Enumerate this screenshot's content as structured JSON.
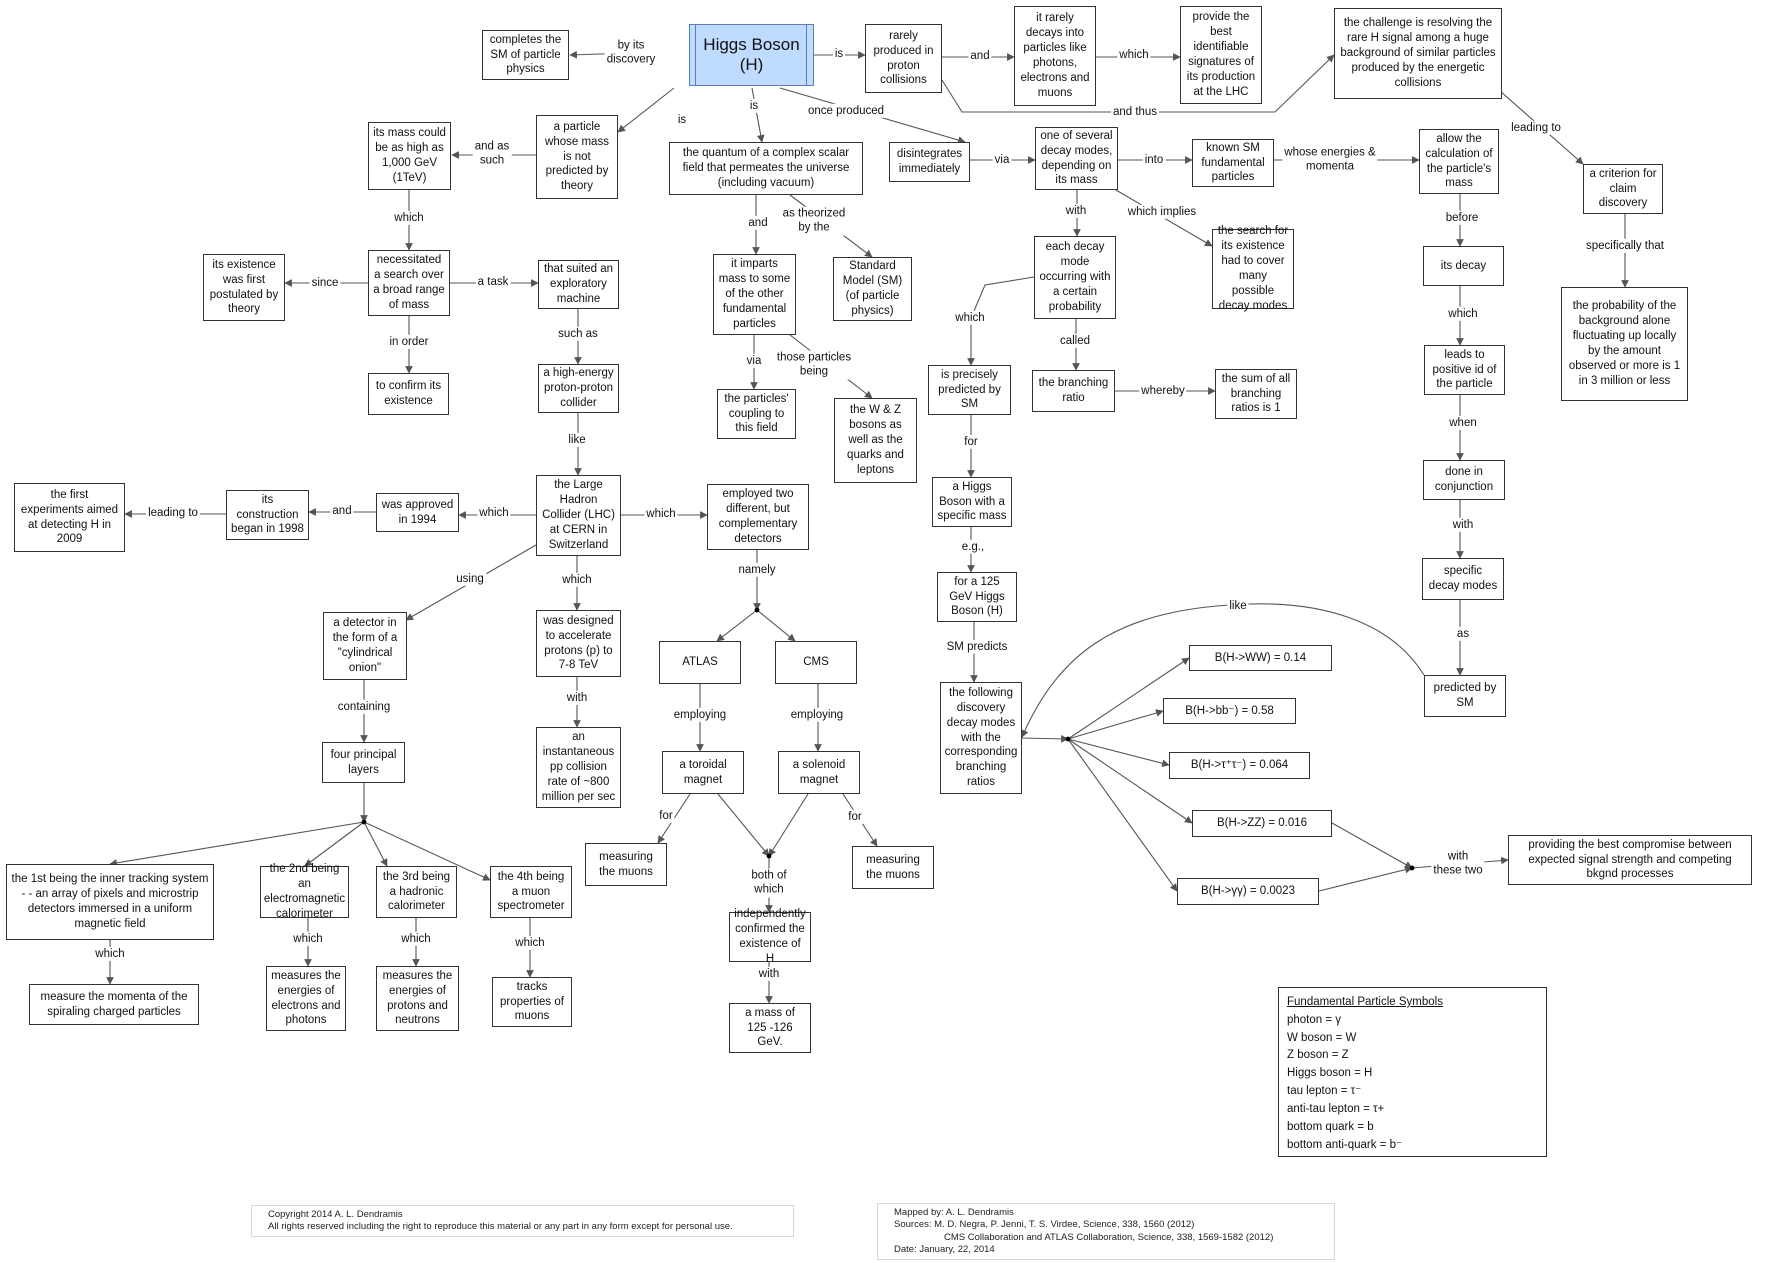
{
  "nodes": {
    "higgs": "Higgs Boson\n(H)",
    "completes_sm": "completes the SM of particle physics",
    "rarely_produced": "rarely produced in proton collisions",
    "rarely_decays": "it rarely decays into particles like photons, electrons and muons",
    "signatures": "provide the best identifiable signatures of its production at the LHC",
    "challenge": "the challenge is resolving the rare H signal among a huge background of similar particles produced by the energetic collisions",
    "mass_1000": "its mass could be as high as 1,000 GeV (1TeV)",
    "particle_mass": "a particle whose mass is not predicted by theory",
    "quantum": "the quantum of a complex scalar field that permeates the universe (including vacuum)",
    "disintegrates": "disintegrates immediately",
    "decay_modes": "one of several decay modes, depending on its mass",
    "known_sm": "known SM fundamental particles",
    "allow_calc": "allow the calculation of the particle's mass",
    "criterion": "a criterion for claim discovery",
    "existence_postulated": "its existence was first postulated by theory",
    "necessitated": "necessitated a search over a broad range of mass",
    "exploratory": "that suited an exploratory machine",
    "imparts_mass": "it imparts mass to some of the other fundamental particles",
    "standard_model": "Standard Model (SM) (of particle physics)",
    "each_decay": "each decay mode occurring with a certain probability",
    "search_cover": "the search for its existence had to cover many possible decay modes",
    "its_decay": "its decay",
    "probability": "the probability of the background alone fluctuating up locally by the amount observed or more is 1 in 3 million or less",
    "confirm": "to confirm its existence",
    "collider": "a high-energy proton-proton collider",
    "coupling": "the particles' coupling to this field",
    "wz_bosons": "the W & Z bosons as well as the quarks and leptons",
    "precisely": "is precisely predicted by SM",
    "branching_ratio": "the branching ratio",
    "sum_ratios": "the sum of all branching ratios is 1",
    "leads_positive": "leads to positive id of the particle",
    "first_experiments": "the first experiments aimed at detecting H in 2009",
    "construction": "its construction began in 1998",
    "approved": "was approved in 1994",
    "lhc": "the Large Hadron Collider (LHC) at CERN in Switzerland",
    "two_detectors": "employed two different, but complementary detectors",
    "higgs_mass": "a Higgs Boson with a specific mass",
    "conjunction": "done in conjunction",
    "specific_decay": "specific decay modes",
    "designed": "was designed to accelerate protons (p) to 7-8 TeV",
    "cyl_onion": "a detector in the form of a \"cylindrical onion\"",
    "atlas": "ATLAS",
    "cms": "CMS",
    "h125": "for a 125 GeV Higgs Boson (H)",
    "b_ww": "B(H->WW) = 0.14",
    "predicted_sm": "predicted by SM",
    "b_bb": "B(H->bb⁻) = 0.58",
    "following_modes": "the following discovery decay modes with the corresponding branching ratios",
    "collision_rate": "an instantaneous pp collision rate of ~800 million per sec",
    "four_layers": "four principal layers",
    "toroidal": "a toroidal magnet",
    "solenoid": "a solenoid magnet",
    "b_tautau": "B(H->τ⁺τ⁻) = 0.064",
    "b_zz": "B(H->ZZ) = 0.016",
    "best_compromise": "providing the best compromise between expected signal strength and competing bkgnd processes",
    "measuring_muons_1": "measuring the muons",
    "measuring_muons_2": "measuring the muons",
    "b_gg": "B(H->γγ) = 0.0023",
    "inner_tracking": "the 1st being the inner tracking system - - an array of pixels and microstrip detectors immersed in a uniform magnetic field",
    "em_cal": "the 2nd being an electromagnetic calorimeter",
    "had_cal": "the 3rd being a hadronic calorimeter",
    "muon_spec": "the 4th being a muon spectrometer",
    "indep_confirmed": "independently confirmed the existence of H",
    "momenta": "measure the momenta of the spiraling charged particles",
    "meas_electrons": "measures the energies of electrons and photons",
    "meas_protons": "measures the energies of protons and neutrons",
    "tracks_muons": "tracks properties of muons",
    "mass_125": "a mass of 125 -126 GeV."
  },
  "labels": {
    "by_its_discovery": "by its\ndiscovery",
    "is1": "is",
    "and1": "and",
    "which_sig": "which",
    "and_thus": "and thus",
    "leading_to_crit": "leading to",
    "and_as_such": "and as\nsuch",
    "is2": "is",
    "is3": "is",
    "once_produced": "once produced",
    "via1": "via",
    "into": "into",
    "whose_energies": "whose energies &\nmomenta",
    "which_mass": "which",
    "since": "since",
    "a_task": "a task",
    "and2": "and",
    "as_theorized": "as theorized\nby the",
    "with1": "with",
    "which_implies": "which implies",
    "before": "before",
    "specifically_that": "specifically that",
    "in_order": "in order",
    "such_as": "such as",
    "via2": "via",
    "those_particles": "those particles\nbeing",
    "which_pre": "which",
    "called": "called",
    "whereby": "whereby",
    "which_leads": "which",
    "like1": "like",
    "for1": "for",
    "when": "when",
    "leading_to_first": "leading to",
    "and3": "and",
    "which_lhc": "which",
    "which_det": "which",
    "eg": "e.g.,",
    "with2": "with",
    "using": "using",
    "which_des": "which",
    "namely": "namely",
    "as1": "as",
    "like2": "like",
    "sm_predicts": "SM predicts",
    "with3": "with",
    "containing": "containing",
    "employing1": "employing",
    "employing2": "employing",
    "for2": "for",
    "for3": "for",
    "with_these_two": "with\nthese two",
    "both_of_which": "both of\nwhich",
    "which_it": "which",
    "which_em": "which",
    "which_had": "which",
    "which_mu": "which",
    "with4": "with"
  },
  "legend": {
    "title": "Fundamental Particle Symbols",
    "items": [
      "photon = γ",
      "W boson = W",
      "Z boson = Z",
      "Higgs boson = H",
      "tau lepton = τ⁻",
      "anti-tau lepton = τ+",
      "bottom quark = b",
      "bottom anti-quark = b⁻"
    ]
  },
  "footer": {
    "copyright_line1": "Copyright 2014 A. L. Dendramis",
    "copyright_line2": "All rights reserved including the right to reproduce this material or any part in any form except for personal use.",
    "mapped_by": "Mapped by:  A. L. Dendramis",
    "sources_1": "Sources:  M. D. Negra, P. Jenni, T. S. Virdee, Science, 338, 1560 (2012)",
    "sources_2": "CMS Collaboration and ATLAS Collaboration, Science, 338, 1569-1582 (2012)",
    "date": "Date:  January, 22, 2014"
  },
  "colors": {
    "title_fill": "#bfdcff",
    "line": "#555555"
  }
}
